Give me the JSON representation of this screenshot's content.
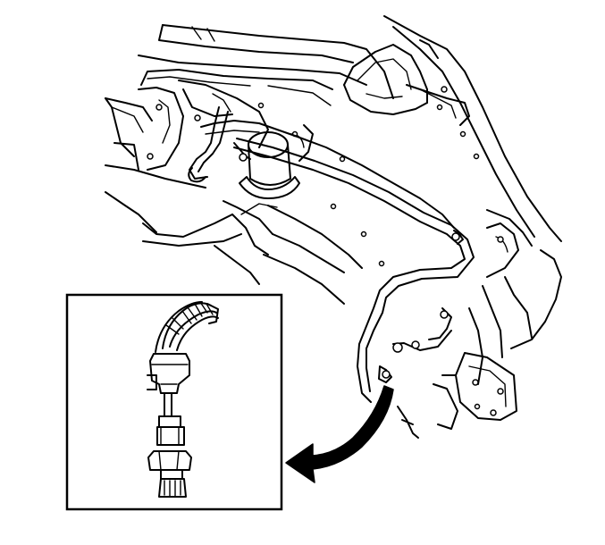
{
  "figure": {
    "colors": {
      "line": "#000000",
      "background": "#ffffff",
      "arrow": "#000000"
    },
    "parts": [
      {
        "name": "engine-compartment-illustration"
      },
      {
        "name": "refrigerant-line"
      },
      {
        "name": "pressure-switch-location"
      },
      {
        "name": "detail-inset"
      },
      {
        "name": "wiring-harness-connector"
      },
      {
        "name": "pressure-switch"
      }
    ]
  }
}
